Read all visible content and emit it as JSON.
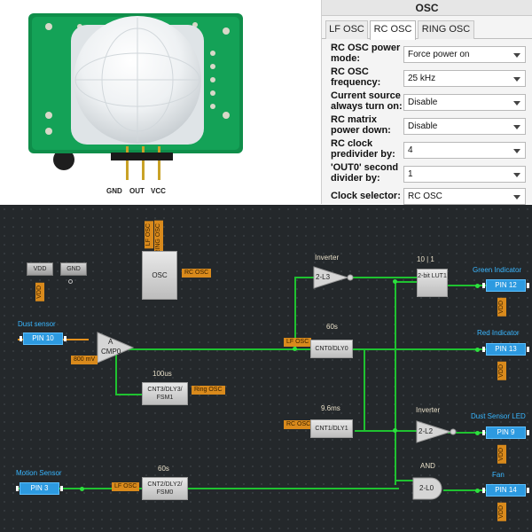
{
  "photo": {
    "pins": [
      "GND",
      "OUT",
      "VCC"
    ]
  },
  "osc": {
    "title": "OSC",
    "tabs": [
      "LF OSC",
      "RC OSC",
      "RING OSC"
    ],
    "active_tab": "RC OSC",
    "params": [
      {
        "label": "RC OSC power mode:",
        "value": "Force power on"
      },
      {
        "label": "RC OSC frequency:",
        "value": "25 kHz"
      },
      {
        "label": "Current source always turn on:",
        "value": "Disable"
      },
      {
        "label": "RC matrix power down:",
        "value": "Disable"
      },
      {
        "label": "RC clock predivider by:",
        "value": "4"
      },
      {
        "label": "'OUT0' second divider by:",
        "value": "1"
      },
      {
        "label": "Clock selector:",
        "value": "RC OSC"
      }
    ]
  },
  "schematic": {
    "vdd_button": "VDD",
    "gnd_button": "GND",
    "osc_block": "OSC",
    "osc_tags": [
      "LF OSC",
      "RING OSC",
      "RC OSC"
    ],
    "dust_sensor": {
      "name": "Dust sensor",
      "pin": "PIN 10"
    },
    "motion_sensor": {
      "name": "Motion Sensor",
      "pin": "PIN 3"
    },
    "cmp": {
      "line1": "A",
      "line2": "CMP0"
    },
    "vref": "800 mV",
    "inverter1": {
      "title": "Inverter",
      "label": "2-L3"
    },
    "inverter2": {
      "title": "Inverter",
      "label": "2-L2"
    },
    "lut": {
      "title": "10 | 1",
      "label": "2-bit LUT1"
    },
    "and_gate": {
      "title": "AND",
      "label": "2-L0"
    },
    "cnt0": {
      "title": "60s",
      "label": "CNT0/DLY0",
      "tag": "LF OSC"
    },
    "cnt3": {
      "title": "100us",
      "label1": "CNT3/DLY3/",
      "label2": "FSM1",
      "tag": "Ring OSC"
    },
    "cnt1": {
      "title": "9.6ms",
      "label": "CNT1/DLY1",
      "tag": "RC OSC"
    },
    "cnt2": {
      "title": "60s",
      "label1": "CNT2/DLY2/",
      "label2": "FSM0",
      "tag": "LF OSC"
    },
    "outputs": [
      {
        "name": "Green Indicator",
        "pin": "PIN 12"
      },
      {
        "name": "Red Indicator",
        "pin": "PIN 13"
      },
      {
        "name": "Dust Sensor LED",
        "pin": "PIN 9"
      },
      {
        "name": "Fan",
        "pin": "PIN 14"
      }
    ],
    "vdd_tag": "VDD",
    "colors": {
      "wire": "#1fc230",
      "pin": "#2d9ae0",
      "tag": "#d98a1c",
      "background": "#24282b"
    }
  }
}
